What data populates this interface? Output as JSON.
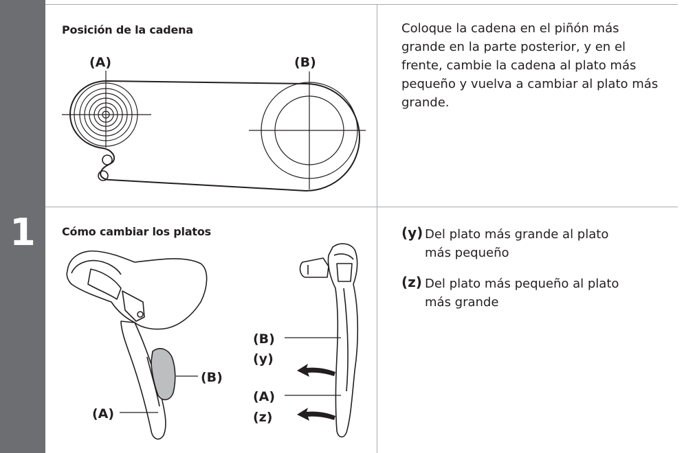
{
  "step": "1",
  "top": {
    "title": "Posición de la cadena",
    "description": "Coloque la cadena en el piñón más grande en la parte posterior, y en el frente, cambie la cadena al plato más pequeño y vuelva a cambiar al plato más grande.",
    "figure_labels": {
      "a": "(A)",
      "b": "(B)"
    }
  },
  "bottom": {
    "title": "Cómo cambiar los platos",
    "items": [
      {
        "key": "(y)",
        "text": "Del plato más grande al plato más pequeño"
      },
      {
        "key": "(z)",
        "text": "Del plato más pequeño al plato más grande"
      }
    ],
    "figure_labels": {
      "b": "(B)",
      "a": "(A)",
      "y": "(y)",
      "z": "(z)"
    }
  },
  "colors": {
    "sidebar": "#6d6e71",
    "rule": "#a7a9ac",
    "paddle": "#bcbec0"
  }
}
